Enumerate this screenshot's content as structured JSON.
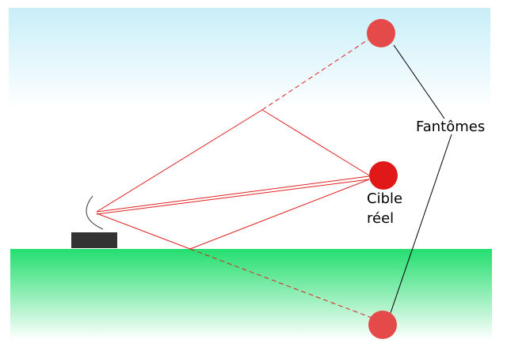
{
  "labels": {
    "ghosts": "Fantômes",
    "target_line1": "Cible",
    "target_line2": "réel"
  },
  "colors": {
    "sky_top": "#c8eef8",
    "sky_bottom": "#ffffff",
    "ground_top": "#23de6e",
    "ground_bottom": "#ffffff",
    "radar_body": "#333333",
    "ray": "#e02020",
    "real_target": "#e01818",
    "ghost_target": "#e44a4a",
    "connector": "#000000"
  },
  "elements": {
    "radar": "radar-device",
    "real_target": "real-target",
    "ghosts": [
      "ghost-target-top",
      "ghost-target-bottom"
    ]
  }
}
